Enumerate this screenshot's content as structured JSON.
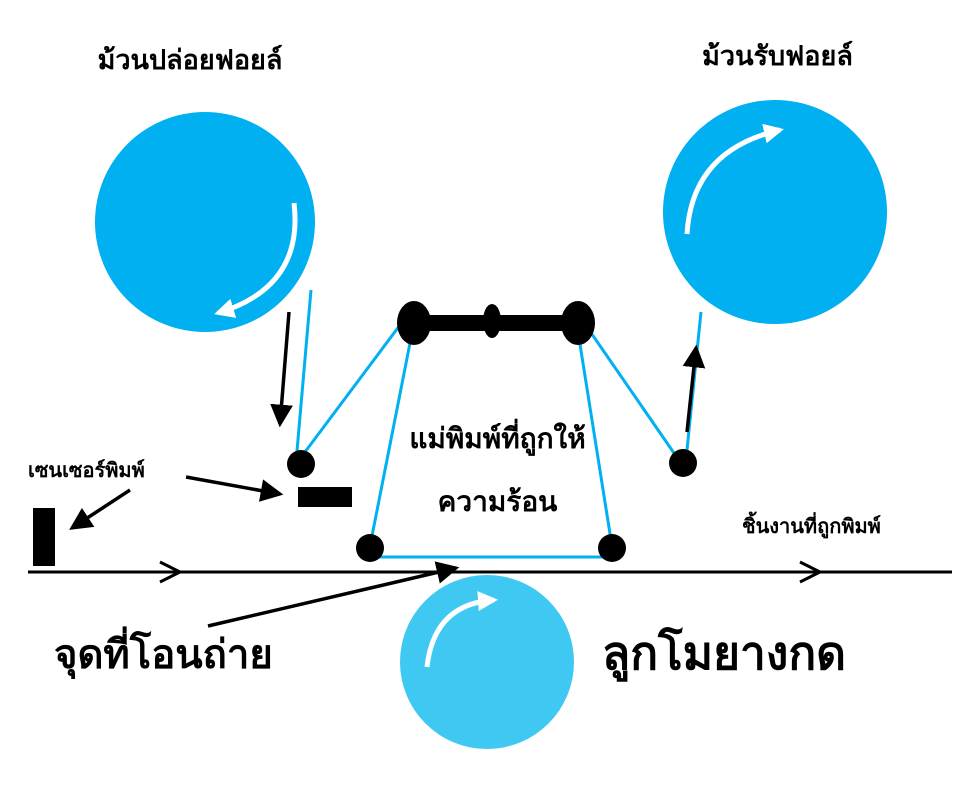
{
  "colors": {
    "roll": "#00B0F0",
    "press_roll": "#3FC8F2",
    "foil_line": "#00B0F0",
    "ink": "#000000",
    "rotation_arrow": "#FFFFFF",
    "background": "#FFFFFF"
  },
  "labels": {
    "supply_roll": "ม้วนปล่อยฟอยล์",
    "takeup_roll": "ม้วนรับฟอยล์",
    "heated_die_line1": "แม่พิมพ์ที่ถูกให้",
    "heated_die_line2": "ความร้อน",
    "print_sensor": "เซนเซอร์พิมพ์",
    "printed_workpiece": "ชิ้นงานที่ถูกพิมพ์",
    "transfer_point": "จุดที่โอนถ่าย",
    "rubber_pressure_roller": "ลูกโมยางกด"
  }
}
